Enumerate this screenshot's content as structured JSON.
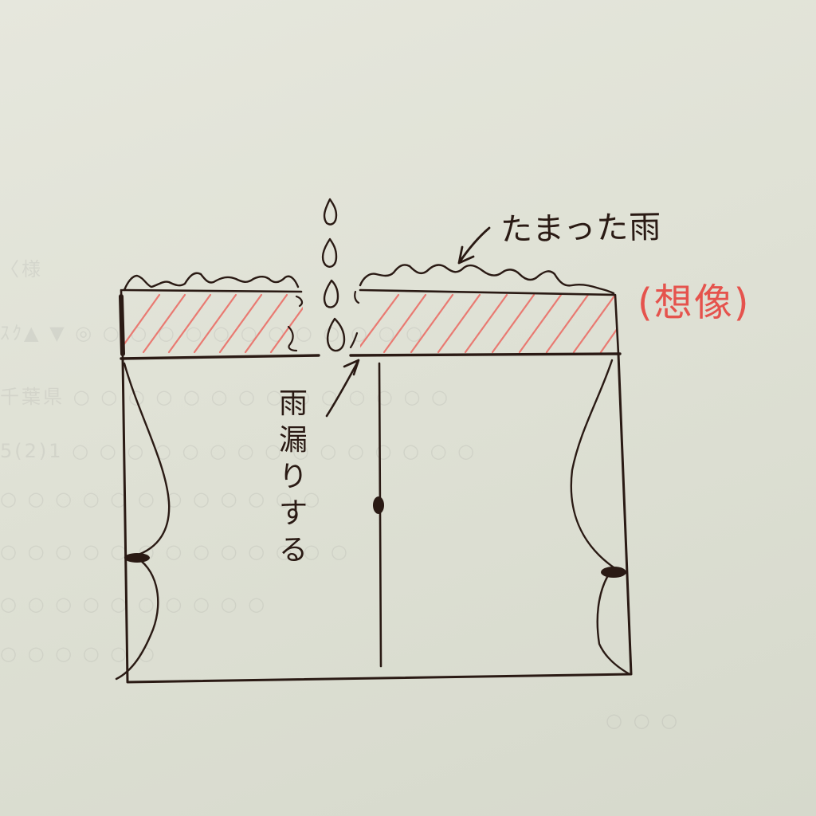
{
  "labels": {
    "pooled_rain": "たまった雨",
    "leak": "雨漏りする",
    "imagination": "(想像)"
  },
  "colors": {
    "paper": "#e3e4da",
    "ink": "#2a1a14",
    "red_pen": "#e5534d"
  }
}
